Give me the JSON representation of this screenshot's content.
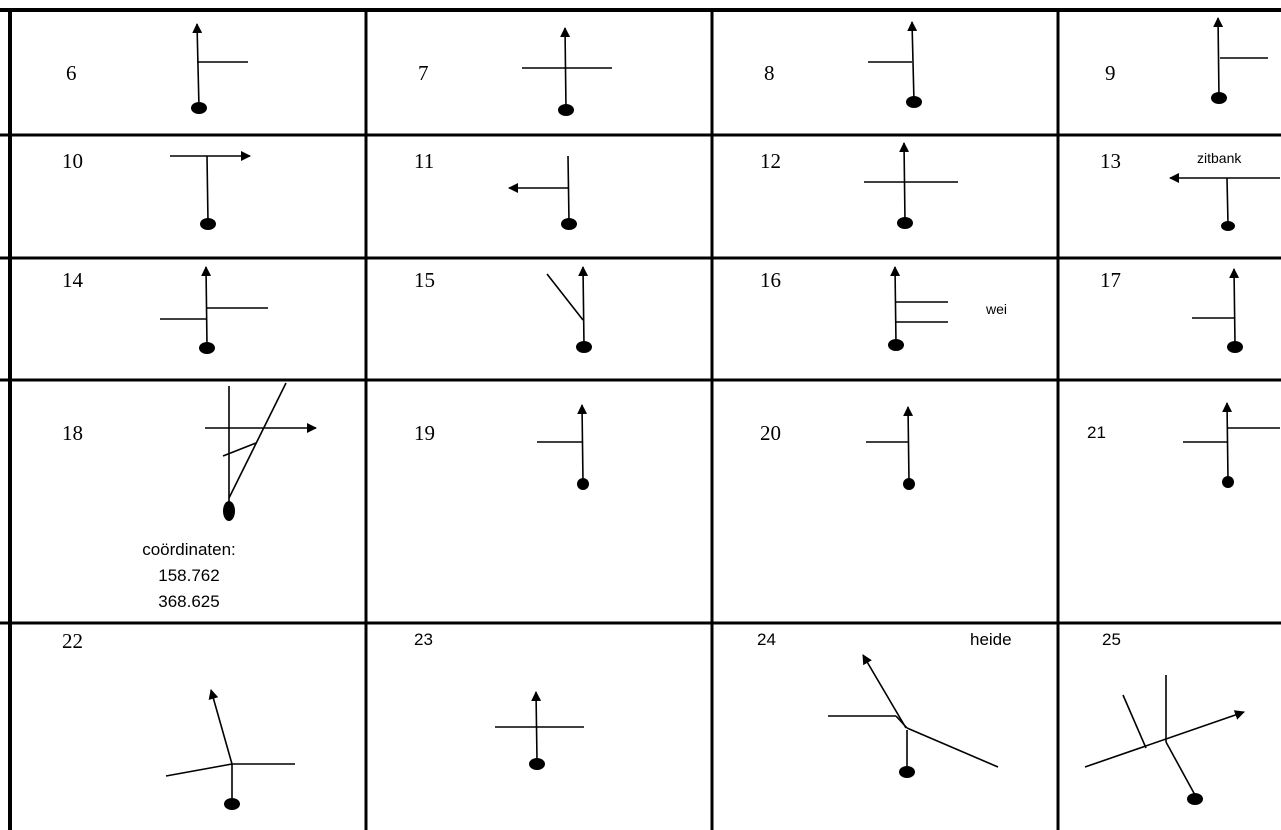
{
  "cells": [
    {
      "number": "6"
    },
    {
      "number": "7"
    },
    {
      "number": "8"
    },
    {
      "number": "9"
    },
    {
      "number": "10"
    },
    {
      "number": "11"
    },
    {
      "number": "12"
    },
    {
      "number": "13",
      "label": "zitbank"
    },
    {
      "number": "14"
    },
    {
      "number": "15"
    },
    {
      "number": "16",
      "label": "wei"
    },
    {
      "number": "17"
    },
    {
      "number": "18",
      "note": {
        "heading": "coördinaten:",
        "line1": "158.762",
        "line2": "368.625"
      }
    },
    {
      "number": "19"
    },
    {
      "number": "20"
    },
    {
      "number": "21"
    },
    {
      "number": "22"
    },
    {
      "number": "23"
    },
    {
      "number": "24",
      "label": "heide"
    },
    {
      "number": "25"
    }
  ]
}
